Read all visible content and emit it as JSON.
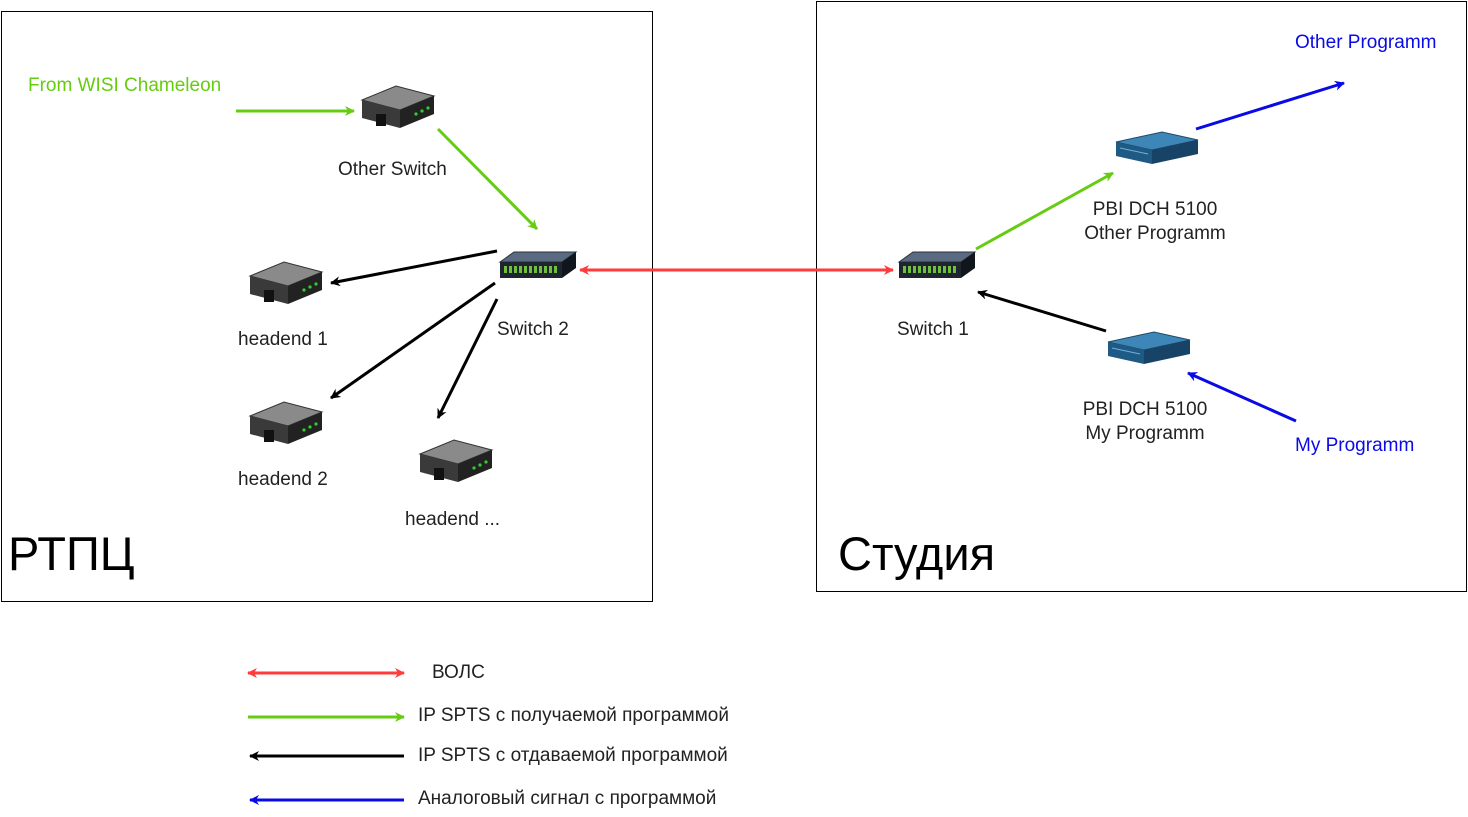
{
  "zones": {
    "rtpc": {
      "title": "РТПЦ"
    },
    "studio": {
      "title": "Студия"
    }
  },
  "nodes": {
    "other_switch": {
      "label": "Other Switch"
    },
    "switch2": {
      "label": "Switch 2"
    },
    "headend1": {
      "label": "headend 1"
    },
    "headend2": {
      "label": "headend 2"
    },
    "headend3": {
      "label": "headend ..."
    },
    "switch1": {
      "label": "Switch 1"
    },
    "pbi_other": {
      "line1": "PBI DCH 5100",
      "line2": "Other Programm"
    },
    "pbi_my": {
      "line1": "PBI DCH 5100",
      "line2": "My Programm"
    }
  },
  "external": {
    "from_wisi": "From WISI Chameleon",
    "other_programm": "Other Programm",
    "my_programm": "My Programm"
  },
  "legend": [
    {
      "label": "ВОЛС",
      "color": "#ff3b3b"
    },
    {
      "label": "IP SPTS с получаемой программой",
      "color": "#66cc11"
    },
    {
      "label": "IP SPTS с отдаваемой программой",
      "color": "#000000"
    },
    {
      "label": "Аналоговый сигнал с программой",
      "color": "#0a0ae6"
    }
  ],
  "colors": {
    "fiber": "#ff3b3b",
    "ip_in": "#66cc11",
    "ip_out": "#000000",
    "analog": "#0a0ae6"
  },
  "icons": {
    "router": "router-icon",
    "switch": "network-switch-icon",
    "encoder": "rack-encoder-icon"
  }
}
